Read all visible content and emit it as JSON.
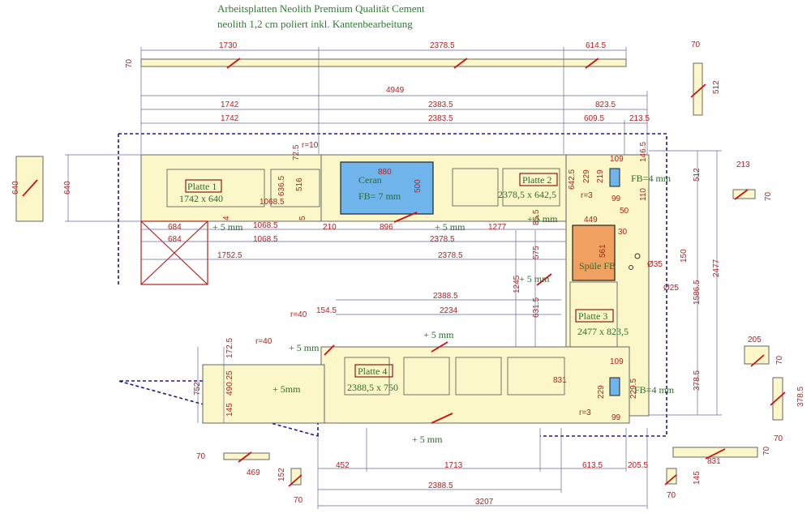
{
  "header": {
    "line1": "Arbeitsplatten Neolith Premium Qualität Cement",
    "line2": "neolith 1,2 cm poliert inkl. Kantenbearbeitung"
  },
  "colors": {
    "slab": "#fbf7c9",
    "dims": "#b22222",
    "labels": "#2e6b2e",
    "ceran": "#6fb4ea",
    "sink": "#f0a060"
  },
  "labels": {
    "p1": "Platte 1",
    "p1s": "1742 x 640",
    "p2": "Platte 2",
    "p2s": "2378,5 x 642,5",
    "p3": "Platte 3",
    "p3s": "2477 x 823,5",
    "p4": "Platte 4",
    "p4s": "2388,5 x 750",
    "ceran": "Ceran",
    "ceran_fb": "FB= 7 mm",
    "spuele": "Spüle FB",
    "fb4a": "FB=4 mm",
    "fb4b": "FB=4 mm",
    "p5a": "+ 5 mm",
    "p5b": "+ 5 mm",
    "p5c": "+ 5 mm",
    "p5d": "+ 5 mm",
    "p5e": "+ 5mm",
    "p5f": "+ 5 mm",
    "p5g": "+ 5 mm",
    "p5h": "+ 5 mm",
    "r10": "r=10",
    "r3a": "r=3",
    "r3b": "r=3",
    "r40a": "r=40",
    "r40b": "r=40",
    "d35": "Ø35",
    "d25": "Ø25"
  },
  "dims": {
    "t1730": "1730",
    "t2378": "2378.5",
    "t614": "614.5",
    "t70a": "70",
    "t4949": "4949",
    "t1742a": "1742",
    "t2383a": "2383.5",
    "t823": "823.5",
    "t1742b": "1742",
    "t2383b": "2383.5",
    "t609": "609.5",
    "t213a": "213.5",
    "t684a": "684",
    "t684b": "684",
    "t1068a": "1068.5",
    "t1068b": "1068.5",
    "t1068c": "1068.5",
    "t210": "210",
    "t896": "896",
    "t1277": "1277",
    "t2378b": "2378.5",
    "t2378c": "2378.5",
    "t1752": "1752.5",
    "t880": "880",
    "t500": "500",
    "t516": "516",
    "t6365": "636.5",
    "t725": "72.5",
    "t640a": "640",
    "t640b": "640",
    "t6425": "642.5",
    "t109a": "109",
    "t229a": "229",
    "t219": "219",
    "t99a": "99",
    "t50": "50",
    "t1465": "146.5",
    "t110": "110",
    "t512a": "512",
    "t2477": "2477",
    "t15865": "1586.5",
    "t3785a": "378.5",
    "t449": "449",
    "t561": "561",
    "t30": "30",
    "t150": "150",
    "t575": "575",
    "t1245": "1245",
    "t6315": "631.5",
    "t855": "85.5",
    "t2388a": "2388.5",
    "t2234": "2234",
    "t1545": "154.5",
    "t752": "752",
    "t49025": "490.25",
    "t1725": "172.5",
    "t145a": "145",
    "t831a": "831",
    "t109b": "109",
    "t229b": "229",
    "t99b": "99",
    "t2295": "229.5",
    "t4": "4",
    "t5": "5",
    "t452": "452",
    "t1713": "1713",
    "t6135": "613.5",
    "t2055": "205.5",
    "t2388b": "2388.5",
    "t3207": "3207",
    "s70a": "70",
    "s512b": "512",
    "s213": "213",
    "s70b": "70",
    "s205": "205",
    "s70c": "70",
    "s3785b": "378.5",
    "s70d": "70",
    "s831b": "831",
    "s70e": "70",
    "s145b": "145",
    "s70f": "70",
    "s469": "469",
    "s70g": "70",
    "s152": "152",
    "s70h": "70"
  }
}
